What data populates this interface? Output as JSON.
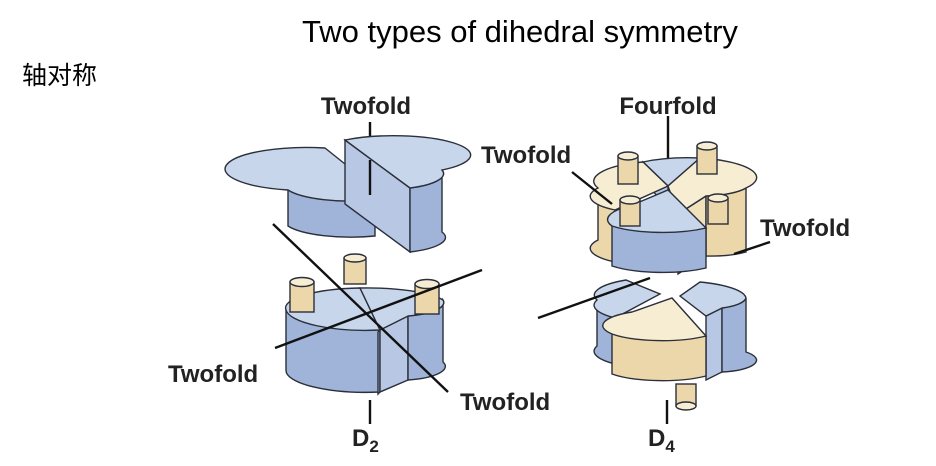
{
  "title": "Two types of dihedral symmetry",
  "subtitle": "轴对称",
  "left_diagram": {
    "top_label": "Twofold",
    "left_label": "Twofold",
    "right_label": "Twofold",
    "bottom_label_main": "D",
    "bottom_label_sub": "2"
  },
  "right_diagram": {
    "top_label": "Fourfold",
    "left_label": "Twofold",
    "right_label": "Twofold",
    "bottom_label_main": "D",
    "bottom_label_sub": "4"
  },
  "colors": {
    "blue": "#b8c8e4",
    "tan": "#f2e2bc",
    "outline": "#2a2f3a"
  }
}
